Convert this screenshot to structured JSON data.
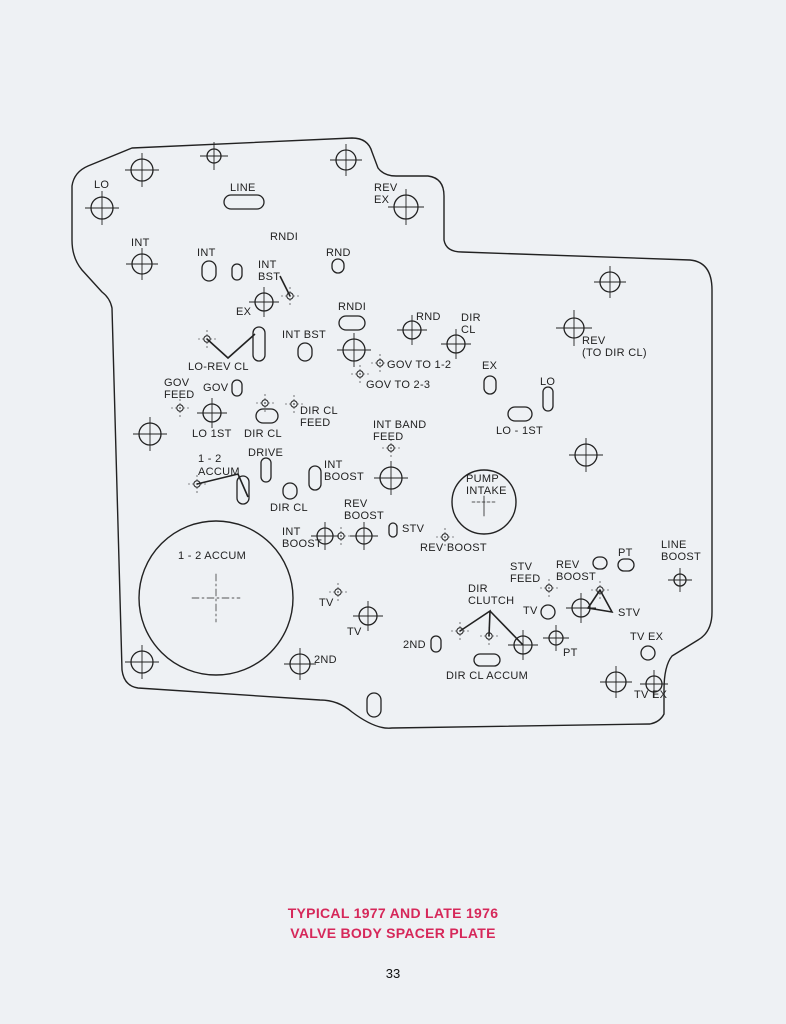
{
  "diagram": {
    "labels": {
      "lo": "LO",
      "line": "LINE",
      "rev_ex": [
        "REV",
        "EX"
      ],
      "int_left": "INT",
      "int": "INT",
      "rndi_top": "RNDI",
      "int_bst": [
        "INT",
        "BST"
      ],
      "rnd_top": "RND",
      "ex_left": "EX",
      "rndi_mid": "RNDI",
      "int_bst2": "INT BST",
      "rnd_mid": "RND",
      "dir_cl": [
        "DIR",
        "CL"
      ],
      "lo_rev_cl": "LO-REV CL",
      "gov_to_12": "GOV TO 1-2",
      "gov_to_23": "GOV TO 2-3",
      "rev_to_dir_cl": [
        "REV",
        "(TO DIR CL)"
      ],
      "ex_right": "EX",
      "lo_right": "LO",
      "gov_feed": [
        "GOV",
        "FEED"
      ],
      "gov": "GOV",
      "lo_1st_left": "LO 1ST",
      "dir_cl_left": "DIR CL",
      "dir_cl_feed": [
        "DIR CL",
        "FEED"
      ],
      "int_band_feed": [
        "INT BAND",
        "FEED"
      ],
      "lo_1st_right": "LO - 1ST",
      "accum_12": [
        "1 - 2",
        "ACCUM"
      ],
      "drive": "DRIVE",
      "int_boost": [
        "INT",
        "BOOST"
      ],
      "pump_intake": [
        "PUMP",
        "INTAKE"
      ],
      "dir_cl_lower": "DIR CL",
      "rev_boost": [
        "REV",
        "BOOST"
      ],
      "int_boost2": [
        "INT",
        "BOOST"
      ],
      "stv_mid": "STV",
      "rev_boost2": "REV BOOST",
      "accum_big": "1 - 2 ACCUM",
      "line_boost": [
        "LINE",
        "BOOST"
      ],
      "stv_feed": [
        "STV",
        "FEED"
      ],
      "rev_boost3": [
        "REV",
        "BOOST"
      ],
      "pt_top": "PT",
      "tv_left": "TV",
      "dir_clutch": [
        "DIR",
        "CLUTCH"
      ],
      "tv_mid": "TV",
      "stv_right": "STV",
      "tv_lower": "TV",
      "nd2_left": "2ND",
      "nd2_mid": "2ND",
      "pt_lower": "PT",
      "tv_ex_right": "TV EX",
      "dir_cl_accum": "DIR CL ACCUM",
      "tv_ex_bottom": "TV EX"
    }
  },
  "caption": {
    "line1": "TYPICAL 1977 AND LATE 1976",
    "line2": "VALVE BODY SPACER PLATE"
  },
  "page_number": "33",
  "colors": {
    "caption": "#d6285a",
    "ink": "#222222",
    "background": "#eef1f4"
  }
}
